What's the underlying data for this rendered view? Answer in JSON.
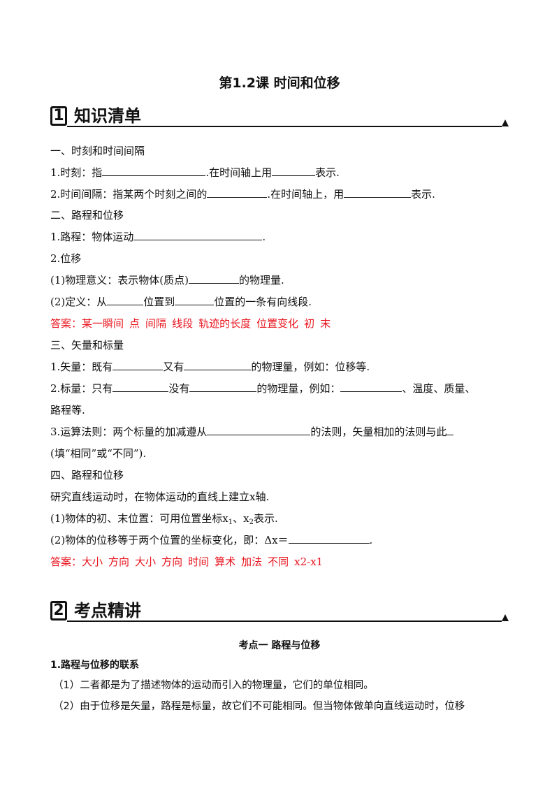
{
  "title": "第1.2课  时间和位移",
  "section1": {
    "num": "1",
    "title": "知识清单"
  },
  "s1": {
    "h1": "一、时刻和时间间隔",
    "l1a": "1.时刻：指",
    "l1b": ".在时间轴上用",
    "l1c": "表示.",
    "l2a": "2.时间间隔：指某两个时刻之间的",
    "l2b": ".在时间轴上，用",
    "l2c": "表示.",
    "h2": "二、路程和位移",
    "l3a": "1.路程：物体运动",
    "l3b": ".",
    "l4": "2.位移",
    "l5a": "(1)物理意义：表示物体(质点)",
    "l5b": "的物理量.",
    "l6a": "(2)定义：从",
    "l6b": "位置到",
    "l6c": "位置的一条有向线段.",
    "answer_label": "答案：",
    "answers": [
      "某一瞬间",
      "点",
      "间隔",
      "线段",
      "轨迹的长度",
      "位置变化",
      "初",
      "末"
    ],
    "h3": "三、矢量和标量",
    "l7a": "1.矢量：既有",
    "l7b": "又有",
    "l7c": "的物理量，例如：位移等.",
    "l8a": "2.标量：只有",
    "l8b": "没有",
    "l8c": "的物理量，例如：",
    "l8d": "、温度、质量、",
    "l8e": "路程等.",
    "l9a": "3.运算法则：两个标量的加减遵从",
    "l9b": "的法则，矢量相加的法则与此",
    "l9c": "(填“相同”或“不同”).",
    "h4": "四、路程和位移",
    "l10": "研究直线运动时，在物体运动的直线上建立x轴.",
    "l11a": "(1)物体的初、末位置：可用位置坐标x",
    "l11s1": "1",
    "l11b": "、x",
    "l11s2": "2",
    "l11c": "表示.",
    "l12a": "(2)物体的位移等于两个位置的坐标变化，即：Δx＝",
    "l12b": ".",
    "answers2": [
      "大小",
      "方向",
      "大小",
      "方向",
      "时间",
      "算术",
      "加法",
      "不同",
      "x2-x1"
    ]
  },
  "section2": {
    "num": "2",
    "title": "考点精讲"
  },
  "s2": {
    "sub_title": "考点一  路程与位移",
    "p1": "1.路程与位移的联系",
    "p2": "（1）二者都是为了描述物体的运动而引入的物理量，它们的单位相同。",
    "p3": "（2）由于位移是矢量，路程是标量，故它们不可能相同。但当物体做单向直线运动时，位移"
  }
}
